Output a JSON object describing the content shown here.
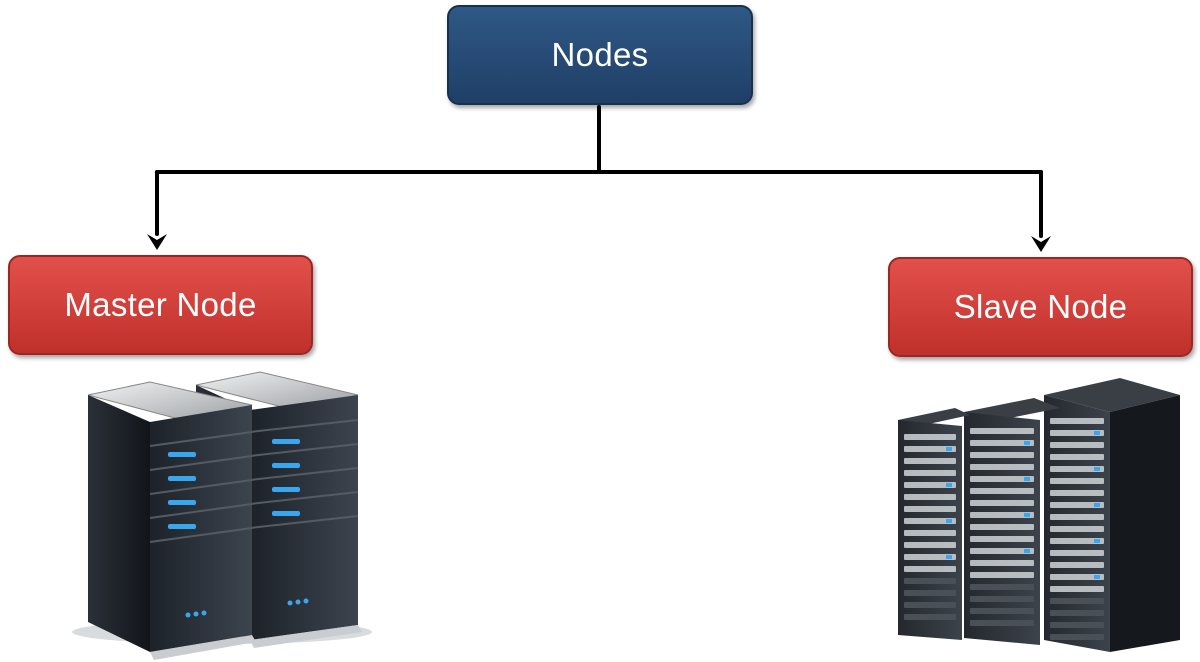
{
  "diagram": {
    "root": {
      "label": "Nodes",
      "color": "#244a75"
    },
    "children": [
      {
        "label": "Master Node",
        "color": "#d43f3a",
        "image": "tower-servers"
      },
      {
        "label": "Slave Node",
        "color": "#d43f3a",
        "image": "server-racks"
      }
    ],
    "connector_color": "#000000",
    "server_led_color": "#39a7f0"
  }
}
